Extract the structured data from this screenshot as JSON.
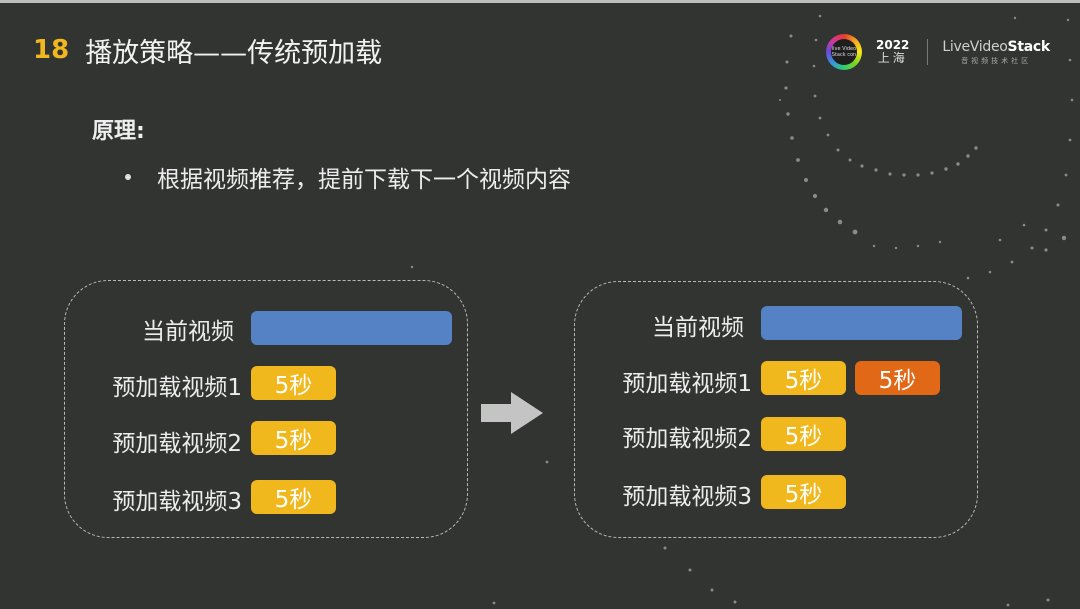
{
  "slide": {
    "number": "18",
    "title": "播放策略——传统预加载"
  },
  "logo": {
    "badge_text": "live Video Stack con",
    "year": "2022",
    "city": "上海",
    "brand_name_light": "LiveVideo",
    "brand_name_bold": "Stack",
    "brand_subtitle": "音视频技术社区"
  },
  "content": {
    "heading": "原理:",
    "bullets": [
      "根据视频推荐，提前下载下一个视频内容"
    ]
  },
  "diagram": {
    "left_panel": {
      "current_label": "当前视频",
      "rows": [
        {
          "label": "预加载视频1",
          "chips": [
            "5秒"
          ]
        },
        {
          "label": "预加载视频2",
          "chips": [
            "5秒"
          ]
        },
        {
          "label": "预加载视频3",
          "chips": [
            "5秒"
          ]
        }
      ]
    },
    "arrow": "right-arrow",
    "right_panel": {
      "current_label": "当前视频",
      "rows": [
        {
          "label": "预加载视频1",
          "chips": [
            "5秒",
            "5秒"
          ]
        },
        {
          "label": "预加载视频2",
          "chips": [
            "5秒"
          ]
        },
        {
          "label": "预加载视频3",
          "chips": [
            "5秒"
          ]
        }
      ]
    },
    "colors": {
      "current_bar": "#5582c4",
      "preload_chip": "#f1b81e",
      "extra_preload_chip": "#e06816",
      "accent_number": "#f0b71e"
    }
  }
}
